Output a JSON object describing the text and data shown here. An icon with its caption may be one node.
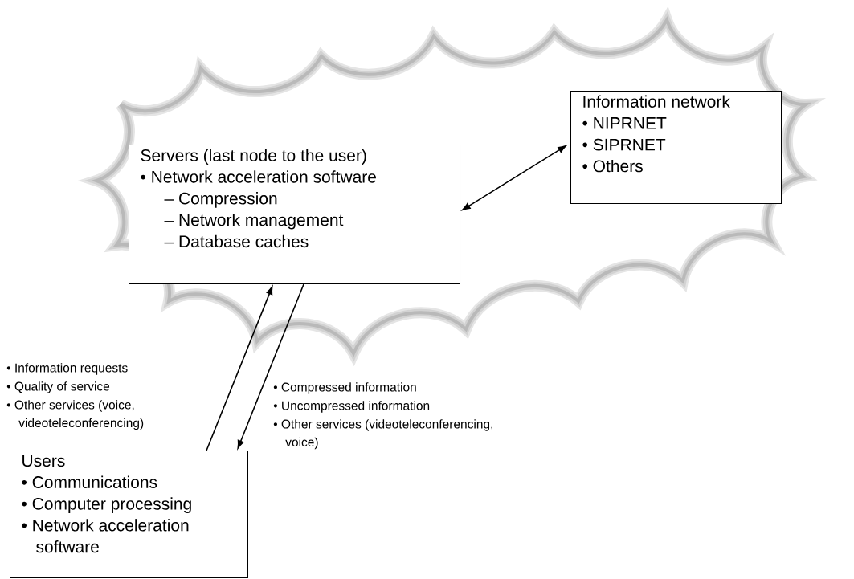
{
  "diagram": {
    "nodes": [
      {
        "text": [
          "Servers (last node to the user)",
          "• Network acceleration software",
          "– Compression",
          "– Network management",
          "– Database caches"
        ]
      },
      {
        "text": [
          "Information network",
          "• NIPRNET",
          "• SIPRNET",
          "• Others"
        ]
      },
      {
        "text": [
          "Users",
          "• Communications",
          "• Computer processing",
          "• Network acceleration software"
        ]
      }
    ],
    "edges": [
      {
        "from": 2,
        "to": 0,
        "arrow": "to"
      },
      {
        "from": 0,
        "to": 2,
        "arrow": "to"
      },
      {
        "from": 0,
        "to": 1,
        "arrow": "both"
      }
    ],
    "labels": [
      "• Information requests",
      "• Quality of service",
      "• Other services (voice, videoteleconferencing)",
      "• Compressed information",
      "• Uncompressed information",
      "• Other services (videoteleconferencing, voice)"
    ]
  }
}
